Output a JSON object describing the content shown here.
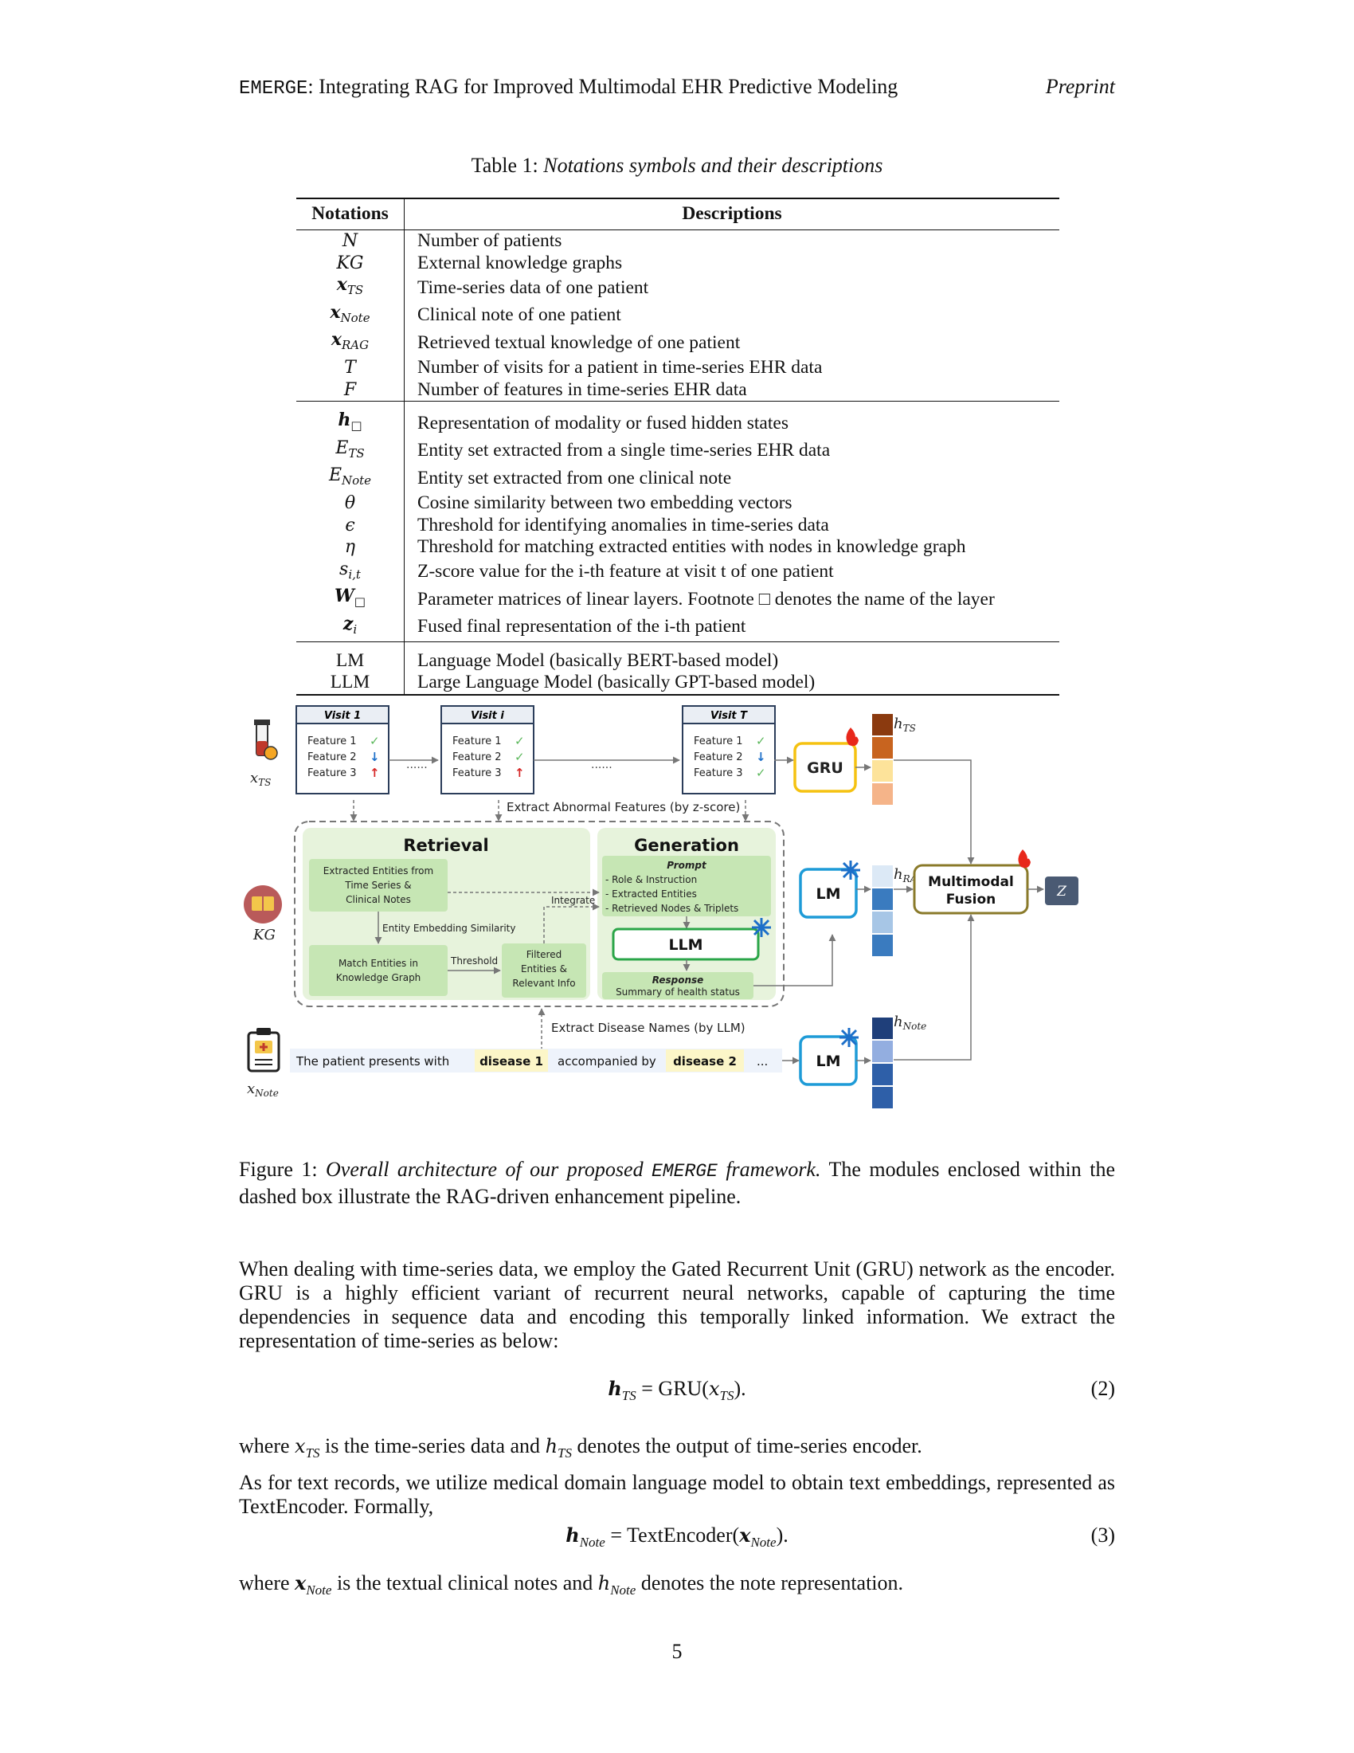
{
  "header": {
    "title_mono": "EMERGE",
    "title_rest": ": Integrating RAG for Improved Multimodal EHR Predictive Modeling",
    "preprint": "Preprint"
  },
  "table": {
    "caption_label": "Table 1: ",
    "caption_text": "Notations symbols and their descriptions",
    "col_notations": "Notations",
    "col_descriptions": "Descriptions",
    "rows": [
      {
        "sym": "N",
        "desc": "Number of patients"
      },
      {
        "sym": "KG",
        "desc": "External knowledge graphs"
      },
      {
        "sym": "x",
        "sub": "TS",
        "desc": "Time-series data of one patient"
      },
      {
        "sym": "x",
        "sub": "Note",
        "desc": "Clinical note of one patient"
      },
      {
        "sym": "x",
        "sub": "RAG",
        "desc": "Retrieved textual knowledge of one patient"
      },
      {
        "sym": "T",
        "desc": "Number of visits for a patient in time-series EHR data"
      },
      {
        "sym": "F",
        "desc": "Number of features in time-series EHR data"
      },
      {
        "sym": "h",
        "sub": "□",
        "desc": "Representation of modality or fused hidden states"
      },
      {
        "sym": "E",
        "sub": "TS",
        "desc": "Entity set extracted from a single time-series EHR data"
      },
      {
        "sym": "E",
        "sub": "Note",
        "desc": "Entity set extracted from one clinical note"
      },
      {
        "sym": "θ",
        "desc": "Cosine similarity between two embedding vectors"
      },
      {
        "sym": "ϵ",
        "desc": "Threshold for identifying anomalies in time-series data"
      },
      {
        "sym": "η",
        "desc": "Threshold for matching extracted entities with nodes in knowledge graph"
      },
      {
        "sym": "s",
        "sub": "i,t",
        "desc": "Z-score value for the i-th feature at visit t of one patient"
      },
      {
        "sym": "W",
        "sub": "□",
        "desc": "Parameter matrices of linear layers. Footnote □ denotes the name of the layer"
      },
      {
        "sym": "z",
        "sub": "i",
        "desc": "Fused final representation of the i-th patient"
      },
      {
        "sym": "LM",
        "desc": "Language Model (basically BERT-based model)"
      },
      {
        "sym": "LLM",
        "desc": "Large Language Model (basically GPT-based model)"
      }
    ]
  },
  "figure": {
    "visits": [
      {
        "title": "Visit 1",
        "features": [
          "Feature 1",
          "Feature 2",
          "Feature 3"
        ],
        "marks": [
          "check",
          "down",
          "up"
        ]
      },
      {
        "title": "Visit i",
        "features": [
          "Feature 1",
          "Feature 2",
          "Feature 3"
        ],
        "marks": [
          "check",
          "check",
          "up"
        ]
      },
      {
        "title": "Visit T",
        "features": [
          "Feature 1",
          "Feature 2",
          "Feature 3"
        ],
        "marks": [
          "check",
          "down",
          "check"
        ]
      }
    ],
    "dots": "......",
    "x_ts": "x",
    "x_ts_sub": "TS",
    "kg_label": "KG",
    "x_note": "x",
    "x_note_sub": "Note",
    "gru": "GRU",
    "h_ts": "h",
    "h_ts_sub": "TS",
    "h_rag": "h",
    "h_rag_sub": "RAG",
    "h_note": "h",
    "h_note_sub": "Note",
    "lm": "LM",
    "fusion_line1": "Multimodal",
    "fusion_line2": "Fusion",
    "z": "Z",
    "extract_abnormal": "Extract Abnormal Features (by z-score)",
    "retrieval_title": "Retrieval",
    "generation_title": "Generation",
    "extracted_entities": [
      "Extracted Entities from",
      "Time Series &",
      "Clinical Notes"
    ],
    "entity_embedding": "Entity Embedding Similarity",
    "match_entities": [
      "Match Entities in",
      "Knowledge Graph"
    ],
    "threshold": "Threshold",
    "filtered": [
      "Filtered",
      "Entities &",
      "Relevant Info"
    ],
    "integrate": "Integrate",
    "prompt_title": "Prompt",
    "prompt_items": [
      "- Role & Instruction",
      "- Extracted Entities",
      "- Retrieved Nodes & Triplets"
    ],
    "llm": "LLM",
    "response_title": "Response",
    "response_text": "Summary of health status",
    "extract_disease": "Extract Disease Names (by LLM)",
    "note_text1": "The patient presents with",
    "disease1": "disease 1",
    "note_text2": "accompanied by",
    "disease2": "disease 2",
    "note_ellipsis": "...",
    "colors": {
      "ts_bars": [
        "#8b3a0f",
        "#c8641f",
        "#fde39a",
        "#f5b489"
      ],
      "rag_bars": [
        "#dce9f6",
        "#3a7bbf",
        "#a7c6e6",
        "#3a7bbf"
      ],
      "note_bars": [
        "#1f3f7a",
        "#93aee0",
        "#2e5fa8",
        "#2e5fa8"
      ],
      "gru_border": "#f5c211",
      "lm_border": "#1e9bd7",
      "fusion_border": "#8a7a2a",
      "green_panel": "#e7f3dc",
      "green_box": "#c6e6b4",
      "llm_border": "#2aa548"
    }
  },
  "figure_caption": {
    "label": "Figure 1: ",
    "italic1": "Overall architecture of our proposed ",
    "mono": "EMERGE",
    "italic2": " framework.",
    "rest": " The modules enclosed within the dashed box illustrate the RAG-driven enhancement pipeline."
  },
  "body": {
    "p1": "When dealing with time-series data, we employ the Gated Recurrent Unit (GRU) network as the encoder. GRU is a highly efficient variant of recurrent neural networks, capable of capturing the time dependencies in sequence data and encoding this temporally linked information. We extract the representation of time-series as below:",
    "eq2_lhs": "h",
    "eq2_lhs_sub": "TS",
    "eq2_rhs": " = GRU(",
    "eq2_arg": "x",
    "eq2_arg_sub": "TS",
    "eq2_end": ").",
    "eq2_num": "(2)",
    "p2_a": "where ",
    "p2_x": "x",
    "p2_x_sub": "TS",
    "p2_b": " is the time-series data and ",
    "p2_h": "h",
    "p2_h_sub": "TS",
    "p2_c": " denotes the output of time-series encoder.",
    "p3": "As for text records, we utilize medical domain language model to obtain text embeddings, represented as TextEncoder. Formally,",
    "eq3_lhs": "h",
    "eq3_lhs_sub": "Note",
    "eq3_rhs": " = TextEncoder(",
    "eq3_arg": "x",
    "eq3_arg_sub": "Note",
    "eq3_end": ").",
    "eq3_num": "(3)",
    "p4_a": "where ",
    "p4_x": "x",
    "p4_x_sub": "Note",
    "p4_b": " is the textual clinical notes and ",
    "p4_h": "h",
    "p4_h_sub": "Note",
    "p4_c": " denotes the note representation."
  },
  "page_number": "5"
}
